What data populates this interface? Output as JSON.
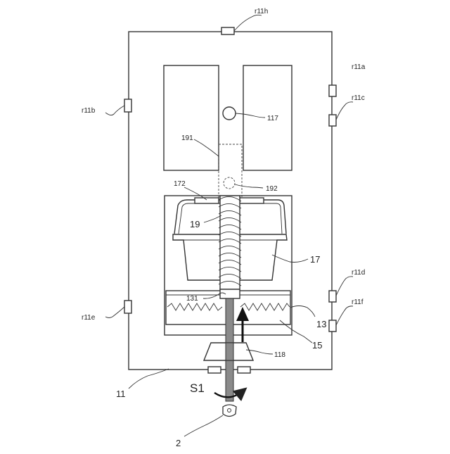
{
  "labels": {
    "r11h": "r11h",
    "r11a": "r11a",
    "r11b": "r11b",
    "r11c": "r11c",
    "r11d": "r11d",
    "r11e": "r11e",
    "r11f": "r11f",
    "n117": "117",
    "n191": "191",
    "n192": "192",
    "n172": "172",
    "n19": "19",
    "n17": "17",
    "n131": "131",
    "n13": "13",
    "n15": "15",
    "n118": "118",
    "n11": "11",
    "s1": "S1",
    "n2": "2"
  }
}
